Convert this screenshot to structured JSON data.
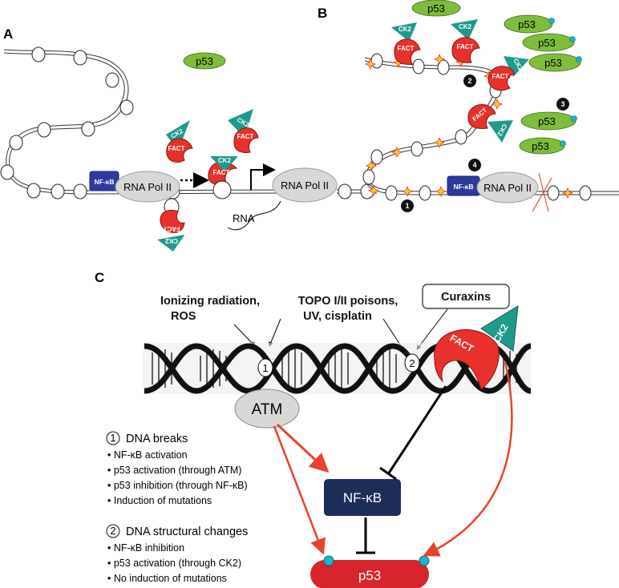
{
  "panels": {
    "a": "A",
    "b": "B",
    "c": "C"
  },
  "labels": {
    "p53": "p53",
    "ck2": "CK2",
    "fact": "FACT",
    "nfkb": "NF-κB",
    "rna_pol": "RNA Pol II",
    "rna": "RNA",
    "atm": "ATM"
  },
  "panel_b_numbers": [
    "1",
    "2",
    "3",
    "4"
  ],
  "panel_c": {
    "stimulus1_line1": "Ionizing radiation,",
    "stimulus1_line2": "ROS",
    "stimulus2_line1": "TOPO I/II poisons,",
    "stimulus2_line2": "UV, cisplatin",
    "curaxins": "Curaxins",
    "site1": "1",
    "site2": "2",
    "list1_num": "1",
    "list1_title": "DNA breaks",
    "list1_items": [
      "NF-κB activation",
      "p53 activation (through ATM)",
      "p53 inhibition (through NF-κB)",
      "Induction of mutations"
    ],
    "list2_num": "2",
    "list2_title": "DNA structural changes",
    "list2_items": [
      "NF-κB inhibition",
      "p53 activation (through CK2)",
      "No induction of mutations"
    ]
  },
  "colors": {
    "p53_green": "#7dbd3a",
    "fact_red": "#e8312a",
    "ck2_teal": "#1e9a8c",
    "nfkb_blue": "#2d3a9e",
    "nfkb_navy": "#1d2d5a",
    "p53_red": "#d7262b",
    "arrow_red": "#e8432e",
    "phospho": "#1ab3cc",
    "star": "#f7d21c"
  }
}
